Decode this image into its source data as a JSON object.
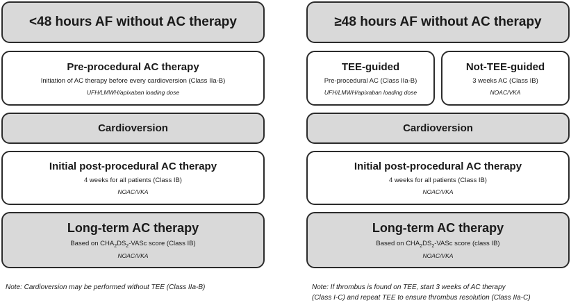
{
  "left": {
    "header": "<48 hours AF without AC therapy",
    "pre": {
      "title": "Pre-procedural AC therapy",
      "subtitle": "Initiation of AC therapy before every cardioversion (Class IIa-B)",
      "drugs": "UFH/LMWH/apixaban loading dose"
    },
    "cardioversion": "Cardioversion",
    "post": {
      "title": "Initial post-procedural AC therapy",
      "subtitle": "4 weeks for all patients (Class IB)",
      "drugs": "NOAC/VKA"
    },
    "longterm": {
      "title": "Long-term AC therapy",
      "subtitle_pre": "Based on CHA",
      "subtitle_sub1": "2",
      "subtitle_mid": "DS",
      "subtitle_sub2": "2",
      "subtitle_post": "-VASc score (Class IB)",
      "drugs": "NOAC/VKA"
    },
    "note": "Note: Cardioversion may be performed without TEE (Class IIa-B)"
  },
  "right": {
    "header": "≥48 hours AF without AC therapy",
    "tee": {
      "title": "TEE-guided",
      "subtitle": "Pre-procedural AC (Class IIa-B)",
      "drugs": "UFH/LMWH/apixaban loading dose"
    },
    "notee": {
      "title": "Not-TEE-guided",
      "subtitle": "3 weeks AC (Class IB)",
      "drugs": "NOAC/VKA"
    },
    "cardioversion": "Cardioversion",
    "post": {
      "title": "Initial post-procedural AC therapy",
      "subtitle": "4 weeks for all patients (Class IB)",
      "drugs": "NOAC/VKA"
    },
    "longterm": {
      "title": "Long-term AC therapy",
      "subtitle_pre": "Based on CHA",
      "subtitle_sub1": "2",
      "subtitle_mid": "DS",
      "subtitle_sub2": "2",
      "subtitle_post": "-VASc score (class IB)",
      "drugs": "NOAC/VKA"
    },
    "note_line1": "Note: If thrombus is found on TEE, start 3 weeks of AC therapy",
    "note_line2": "(Class I-C) and repeat TEE to ensure thrombus resolution (Class IIa-C)"
  }
}
